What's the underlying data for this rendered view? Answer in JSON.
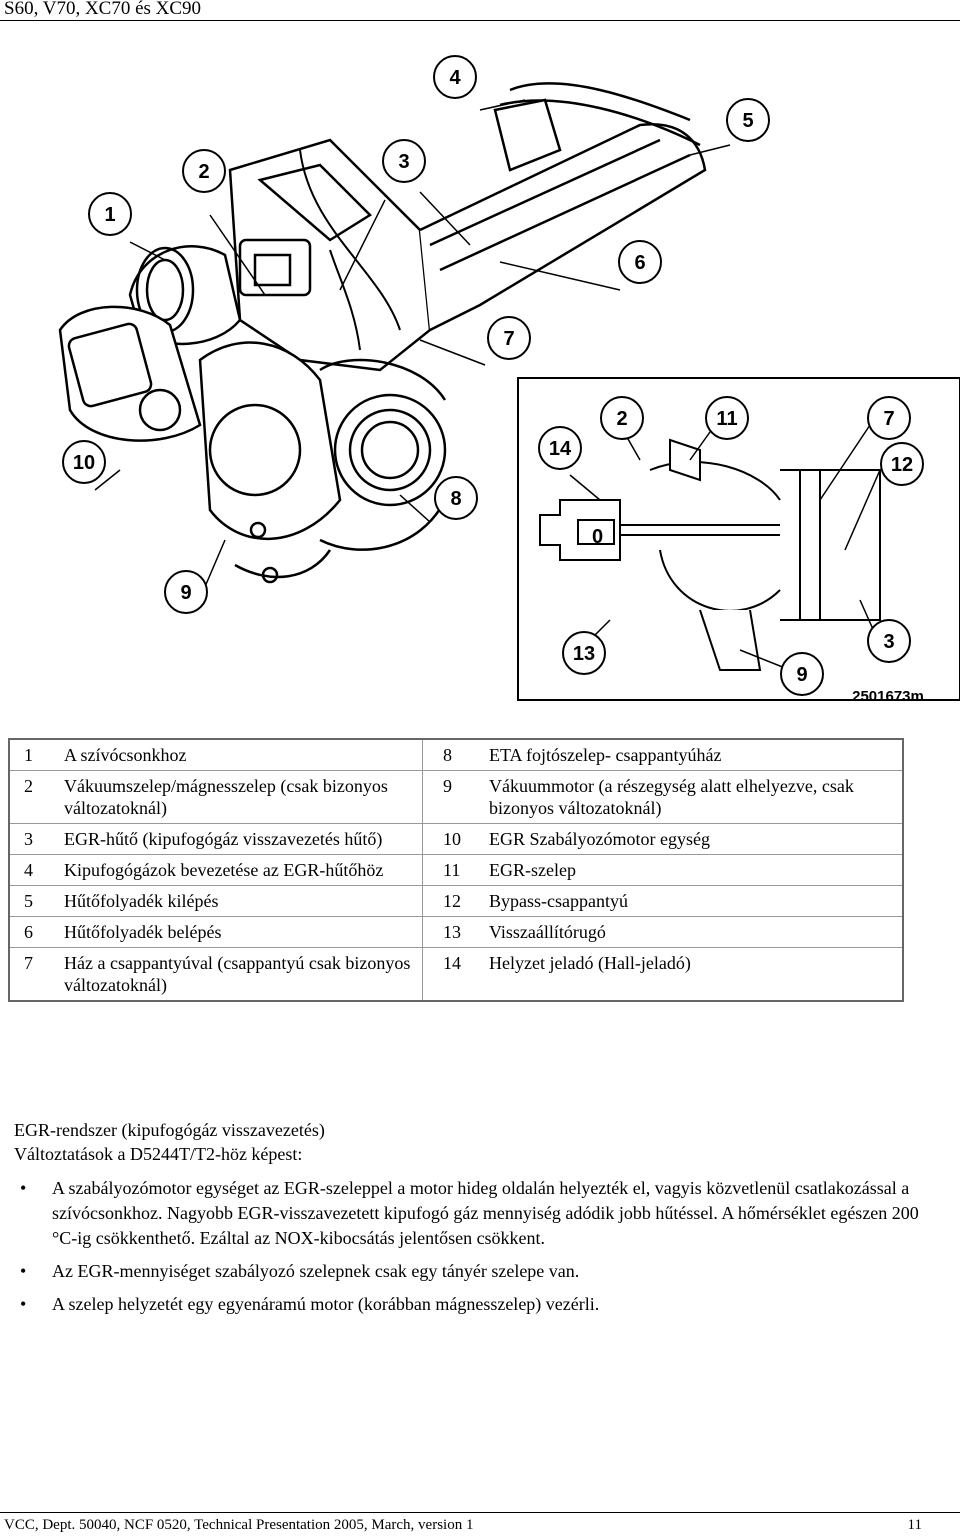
{
  "header": {
    "title": "S60, V70, XC70 és XC90"
  },
  "figure": {
    "callouts_main": [
      "1",
      "2",
      "3",
      "4",
      "5",
      "6",
      "7",
      "8",
      "9",
      "10"
    ],
    "callouts_inset": [
      "14",
      "2",
      "11",
      "7",
      "12",
      "13",
      "9",
      "3"
    ],
    "code": "2501673m"
  },
  "legend": {
    "rows": [
      {
        "n1": "1",
        "t1": "A szívócsonkhoz",
        "n2": "8",
        "t2": "ETA fojtószelep- csappantyúház"
      },
      {
        "n1": "2",
        "t1": "Vákuumszelep/mágnesszelep (csak bizonyos változatoknál)",
        "n2": "9",
        "t2": "Vákuummotor (a részegység alatt elhelyezve, csak bizonyos változatoknál)"
      },
      {
        "n1": "3",
        "t1": "EGR-hűtő (kipufogógáz visszavezetés hűtő)",
        "n2": "10",
        "t2": "EGR Szabályozómotor egység"
      },
      {
        "n1": "4",
        "t1": "Kipufogógázok bevezetése az EGR-hűtőhöz",
        "n2": "11",
        "t2": "EGR-szelep"
      },
      {
        "n1": "5",
        "t1": "Hűtőfolyadék kilépés",
        "n2": "12",
        "t2": "Bypass-csappantyú"
      },
      {
        "n1": "6",
        "t1": "Hűtőfolyadék belépés",
        "n2": "13",
        "t2": "Visszaállítórugó"
      },
      {
        "n1": "7",
        "t1": "Ház a csappantyúval (csappantyú csak bizonyos változatoknál)",
        "n2": "14",
        "t2": "Helyzet jeladó (Hall-jeladó)"
      }
    ]
  },
  "section": {
    "title": "EGR-rendszer (kipufogógáz visszavezetés)",
    "subtitle": "Változtatások a D5244T/T2-höz képest:",
    "bullets": [
      "A szabályozómotor egységet az EGR-szeleppel a motor hideg oldalán helyezték el, vagyis közvetlenül csatlakozással a szívócsonkhoz. Nagyobb EGR-visszavezetett kipufogó gáz mennyiség adódik jobb hűtéssel. A hőmérséklet egészen 200 °C-ig csökkenthető. Ezáltal az NOX-kibocsátás jelentősen csökkent.",
      "Az EGR-mennyiséget szabályozó szelepnek csak egy tányér szelepe van.",
      "A szelep helyzetét egy egyenáramú motor (korábban mágnesszelep) vezérli."
    ]
  },
  "footer": {
    "left": "VCC, Dept. 50040, NCF 0520, Technical Presentation 2005, March, version 1",
    "page": "11"
  }
}
